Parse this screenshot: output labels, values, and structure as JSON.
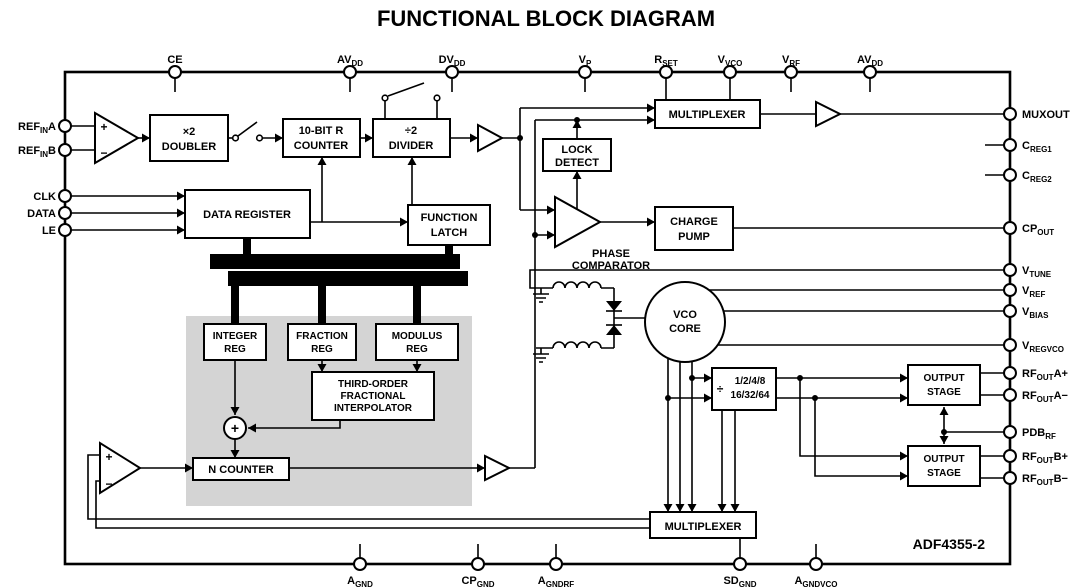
{
  "title": "FUNCTIONAL BLOCK DIAGRAM",
  "chip_name": "ADF4355-2",
  "symbols": {
    "plus": "+",
    "minus": "−",
    "divide": "÷"
  },
  "blocks": {
    "doubler": [
      "×2",
      "DOUBLER"
    ],
    "r_counter": [
      "10-BIT R",
      "COUNTER"
    ],
    "divide_by_2": [
      "÷2",
      "DIVIDER"
    ],
    "data_register": [
      "DATA REGISTER"
    ],
    "function_latch": [
      "FUNCTION",
      "LATCH"
    ],
    "lock_detect": [
      "LOCK",
      "DETECT"
    ],
    "multiplexer_top": [
      "MULTIPLEXER"
    ],
    "charge_pump": [
      "CHARGE",
      "PUMP"
    ],
    "phase_comparator": [
      "PHASE",
      "COMPARATOR"
    ],
    "integer_reg": [
      "INTEGER",
      "REG"
    ],
    "fraction_reg": [
      "FRACTION",
      "REG"
    ],
    "modulus_reg": [
      "MODULUS",
      "REG"
    ],
    "interpolator": [
      "THIRD-ORDER",
      "FRACTIONAL",
      "INTERPOLATOR"
    ],
    "n_counter": [
      "N COUNTER"
    ],
    "vco_core": [
      "VCO",
      "CORE"
    ],
    "rf_divider": {
      "symbol": "÷",
      "lines": [
        "1/2/4/8",
        "16/32/64"
      ]
    },
    "output_stage_a": [
      "OUTPUT",
      "STAGE"
    ],
    "output_stage_b": [
      "OUTPUT",
      "STAGE"
    ],
    "multiplexer_bottom": [
      "MULTIPLEXER"
    ]
  },
  "pins": {
    "top": [
      {
        "pre": "CE"
      },
      {
        "pre": "AV",
        "sub": "DD"
      },
      {
        "pre": "DV",
        "sub": "DD"
      },
      {
        "pre": "V",
        "sub": "P"
      },
      {
        "pre": "R",
        "sub": "SET"
      },
      {
        "pre": "V",
        "sub": "VCO"
      },
      {
        "pre": "V",
        "sub": "RF"
      },
      {
        "pre": "AV",
        "sub": "DD"
      }
    ],
    "bottom": [
      {
        "pre": "A",
        "sub": "GND"
      },
      {
        "pre": "CP",
        "sub": "GND"
      },
      {
        "pre": "A",
        "sub": "GNDRF"
      },
      {
        "pre": "SD",
        "sub": "GND"
      },
      {
        "pre": "A",
        "sub": "GNDVCO"
      }
    ],
    "left": [
      {
        "pre": "REF",
        "sub": "IN",
        "post": "A"
      },
      {
        "pre": "REF",
        "sub": "IN",
        "post": "B"
      },
      {
        "pre": "CLK"
      },
      {
        "pre": "DATA"
      },
      {
        "pre": "LE"
      }
    ],
    "right": [
      {
        "pre": "MUXOUT"
      },
      {
        "pre": "C",
        "sub": "REG",
        "post": "1"
      },
      {
        "pre": "C",
        "sub": "REG",
        "post": "2"
      },
      {
        "pre": "CP",
        "sub": "OUT"
      },
      {
        "pre": "V",
        "sub": "TUNE"
      },
      {
        "pre": "V",
        "sub": "REF"
      },
      {
        "pre": "V",
        "sub": "BIAS"
      },
      {
        "pre": "V",
        "sub": "REGVCO"
      },
      {
        "pre": "RF",
        "sub": "OUT",
        "post": "A+"
      },
      {
        "pre": "RF",
        "sub": "OUT",
        "post": "A−"
      },
      {
        "pre": "PDB",
        "sub": "RF"
      },
      {
        "pre": "RF",
        "sub": "OUT",
        "post": "B+"
      },
      {
        "pre": "RF",
        "sub": "OUT",
        "post": "B−"
      }
    ]
  }
}
